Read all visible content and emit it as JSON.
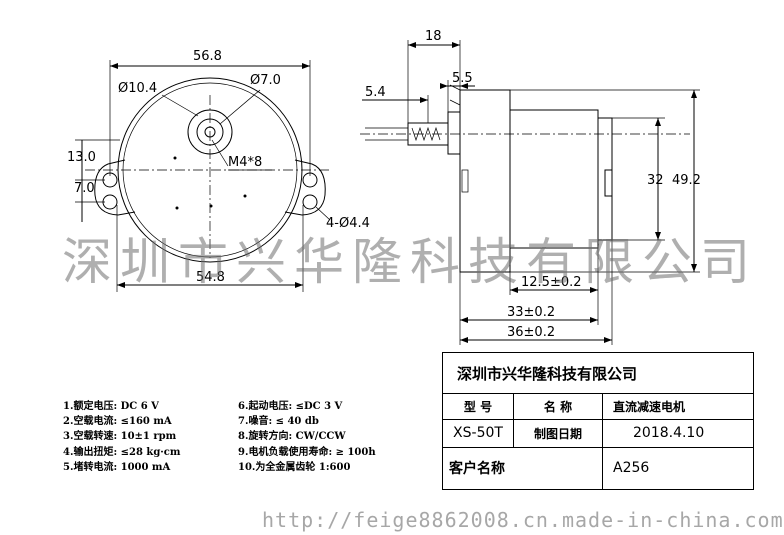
{
  "front_view": {
    "width_top": "56.8",
    "bore_diameter": "Ø10.4",
    "shaft_diameter": "Ø7.0",
    "thread": "M4*8",
    "height_13": "13.0",
    "height_7": "7.0",
    "holes": "4-Ø4.4",
    "width_bottom": "54.8"
  },
  "side_view": {
    "dim_18": "18",
    "dim_5_5": "5.5",
    "dim_5_4": "5.4",
    "dim_32": "32",
    "dim_49_2": "49.2",
    "dim_12_5": "12.5±0.2",
    "dim_33": "33±0.2",
    "dim_36": "36±0.2"
  },
  "watermark": "深圳市兴华隆科技有限公司",
  "specs": [
    "1.额定电压: DC 6 V",
    "2.空载电流: ≤160 mA",
    "3.空载转速: 10±1 rpm",
    "4.输出扭矩: ≤28 kg·cm",
    "5.堵转电流: 1000 mA",
    "6.起动电压: ≤DC 3 V",
    "7.噪音: ≤ 40 db",
    "8.旋转方向: CW/CCW",
    "9.电机负载使用寿命: ≥ 100h",
    "10.为全金属齿轮 1:600"
  ],
  "title_block": {
    "company": "深圳市兴华隆科技有限公司",
    "model_label": "型 号",
    "name_label": "名 称",
    "name_value": "直流减速电机",
    "model_value": "XS-50T",
    "date_label": "制图日期",
    "date_value": "2018.4.10",
    "customer_label": "客户名称",
    "customer_value": "A256"
  },
  "footer_url": "http://feige8862008.cn.made-in-china.com"
}
